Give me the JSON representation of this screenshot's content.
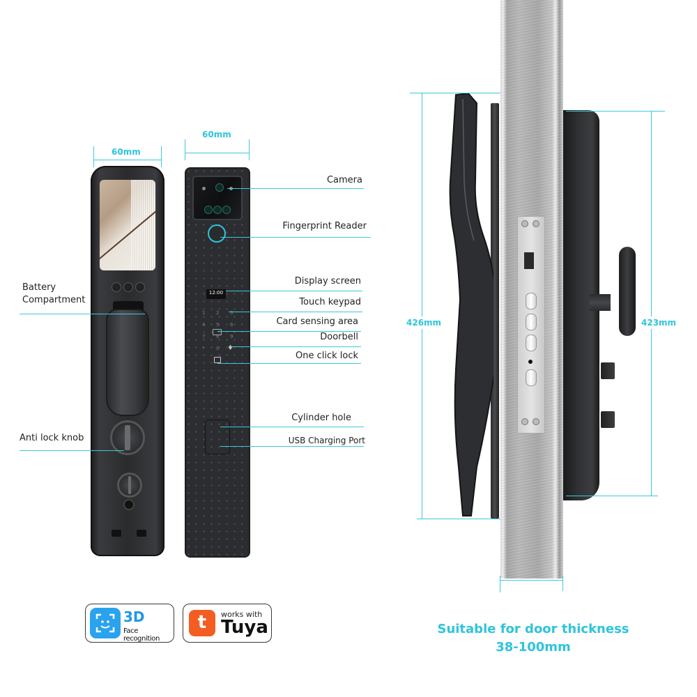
{
  "front_view": {
    "width_label": "60mm",
    "callouts": {
      "battery_compartment_line1": "Battery",
      "battery_compartment_line2": "Compartment",
      "anti_lock_knob": "Anti lock knob"
    }
  },
  "back_view": {
    "width_label": "60mm",
    "display_time": "12:00",
    "keypad_keys": [
      "1",
      "2",
      "3",
      "4",
      "5",
      "6",
      "7",
      "8",
      "9",
      "*",
      "0"
    ],
    "callouts": {
      "camera": "Camera",
      "fingerprint_reader": "Fingerprint Reader",
      "display_screen": "Display screen",
      "touch_keypad": "Touch keypad",
      "card_sensing_area": "Card sensing area",
      "doorbell": "Doorbell",
      "one_click_lock": "One click lock",
      "cylinder_hole": "Cylinder hole",
      "usb_charging_port": "USB Charging Port"
    }
  },
  "side_view": {
    "front_height_label": "426mm",
    "rear_height_label": "423mm",
    "door_thickness_line1": "Suitable for door thickness",
    "door_thickness_line2": "38-100mm"
  },
  "badges": {
    "face": {
      "big": "3D",
      "sub": "Face recognition",
      "icon": "face-scan-icon"
    },
    "tuya": {
      "top": "works with",
      "big": "Tuya",
      "icon": "tuya-logo-icon",
      "glyph": "t"
    }
  },
  "colors": {
    "accent": "#2ec4dd",
    "face_badge": "#2aa3ee",
    "tuya_badge": "#f45d22",
    "lock_body": "#2c2d30"
  }
}
